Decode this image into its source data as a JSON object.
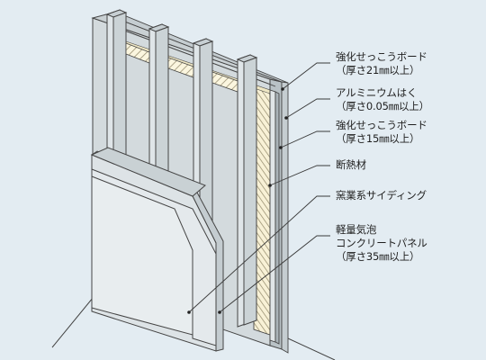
{
  "diagram": {
    "labels": [
      {
        "lines": [
          "強化せっこうボード",
          "（厚さ21㎜以上）"
        ]
      },
      {
        "lines": [
          "アルミニウムはく",
          "（厚さ0.05㎜以上）"
        ]
      },
      {
        "lines": [
          "強化せっこうボード",
          "（厚さ15㎜以上）"
        ]
      },
      {
        "lines": [
          "断熱材"
        ]
      },
      {
        "lines": [
          "窯業系サイディング"
        ]
      },
      {
        "lines": [
          "軽量気泡",
          "コンクリートパネル",
          "（厚さ35㎜以上）"
        ]
      }
    ]
  },
  "colors": {
    "background": "#e3ecf2",
    "board": "#d5dcdf",
    "board_edge": "#454545",
    "insulation_fill": "#fbf6df",
    "insulation_hatch": "#9b9275",
    "leader": "#3a3a3a"
  }
}
